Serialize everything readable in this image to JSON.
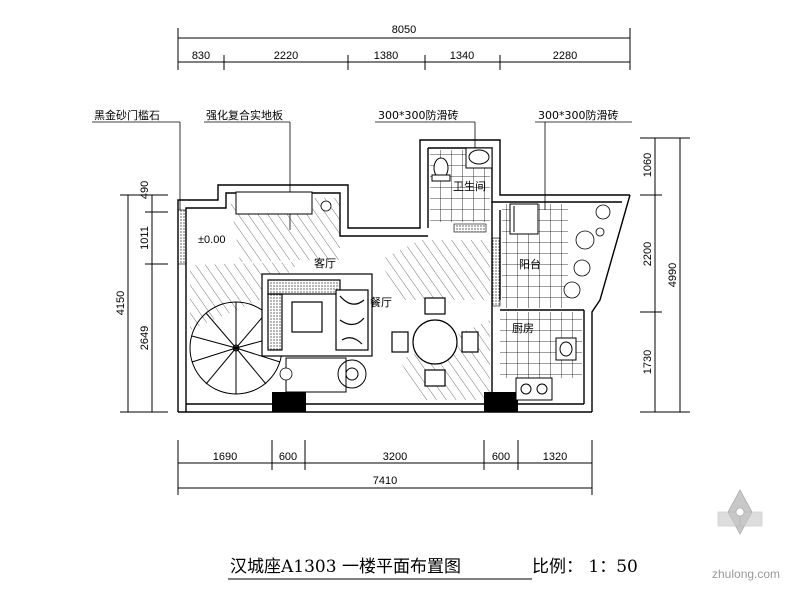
{
  "dimensions": {
    "top_total": "8050",
    "top_segments": [
      "830",
      "2220",
      "1380",
      "1340",
      "2280"
    ],
    "bottom_segments": [
      "1690",
      "600",
      "3200",
      "600",
      "1320"
    ],
    "bottom_total": "7410",
    "left_total": "4150",
    "left_segments": [
      "490",
      "1011",
      "2649"
    ],
    "right_segments": [
      "1060",
      "2200",
      "1730"
    ],
    "right_total": "4990"
  },
  "callouts": {
    "railing": "黑金砂门槛石",
    "floor": "强化复合实地板",
    "tile1": "300*300防滑砖",
    "tile2": "300*300防滑砖"
  },
  "rooms": {
    "living": "客厅",
    "dining": "餐厅",
    "bath": "卫生间",
    "balcony": "阳台",
    "kitchen": "厨房",
    "level": "±0.00"
  },
  "title": "汉城座A1303 一楼平面布置图",
  "scale": "比例： 1：50",
  "watermark": "zhulong.com"
}
